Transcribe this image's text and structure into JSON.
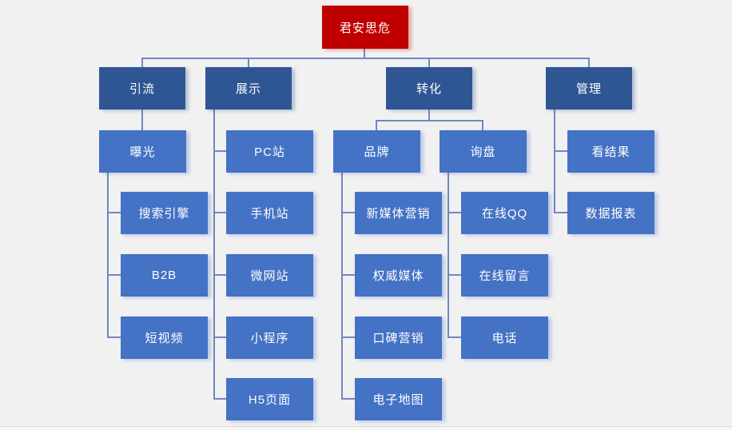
{
  "diagram_title": "君安思危",
  "colors": {
    "background": "#F1F1F2",
    "root_bg": "#C00000",
    "branch_bg": "#2E5693",
    "node_bg": "#4472C4",
    "connector": "#7187BE",
    "text": "#FFFFFF"
  },
  "nodes": [
    {
      "id": "root",
      "label": "君安思危",
      "level": "root",
      "parent": null
    },
    {
      "id": "traffic",
      "label": "引流",
      "level": "branch",
      "parent": "root"
    },
    {
      "id": "display",
      "label": "展示",
      "level": "branch",
      "parent": "root"
    },
    {
      "id": "conversion",
      "label": "转化",
      "level": "branch",
      "parent": "root"
    },
    {
      "id": "management",
      "label": "管理",
      "level": "branch",
      "parent": "root"
    },
    {
      "id": "exposure",
      "label": "曝光",
      "level": "node",
      "parent": "traffic"
    },
    {
      "id": "search-engine",
      "label": "搜索引擎",
      "level": "node",
      "parent": "exposure"
    },
    {
      "id": "b2b",
      "label": "B2B",
      "level": "node",
      "parent": "exposure"
    },
    {
      "id": "short-video",
      "label": "短视频",
      "level": "node",
      "parent": "exposure"
    },
    {
      "id": "pc-site",
      "label": "PC站",
      "level": "node",
      "parent": "display"
    },
    {
      "id": "mobile-site",
      "label": "手机站",
      "level": "node",
      "parent": "display"
    },
    {
      "id": "micro-site",
      "label": "微网站",
      "level": "node",
      "parent": "display"
    },
    {
      "id": "mini-program",
      "label": "小程序",
      "level": "node",
      "parent": "display"
    },
    {
      "id": "h5-page",
      "label": "H5页面",
      "level": "node",
      "parent": "display"
    },
    {
      "id": "brand",
      "label": "品牌",
      "level": "node",
      "parent": "conversion"
    },
    {
      "id": "inquiry",
      "label": "询盘",
      "level": "node",
      "parent": "conversion"
    },
    {
      "id": "new-media-marketing",
      "label": "新媒体营销",
      "level": "node",
      "parent": "brand"
    },
    {
      "id": "authority-media",
      "label": "权威媒体",
      "level": "node",
      "parent": "brand"
    },
    {
      "id": "word-of-mouth-marketing",
      "label": "口碑营销",
      "level": "node",
      "parent": "brand"
    },
    {
      "id": "e-map",
      "label": "电子地图",
      "level": "node",
      "parent": "brand"
    },
    {
      "id": "online-qq",
      "label": "在线QQ",
      "level": "node",
      "parent": "inquiry"
    },
    {
      "id": "online-message",
      "label": "在线留言",
      "level": "node",
      "parent": "inquiry"
    },
    {
      "id": "phone",
      "label": "电话",
      "level": "node",
      "parent": "inquiry"
    },
    {
      "id": "view-results",
      "label": "看结果",
      "level": "node",
      "parent": "management"
    },
    {
      "id": "data-report",
      "label": "数据报表",
      "level": "node",
      "parent": "management"
    }
  ]
}
